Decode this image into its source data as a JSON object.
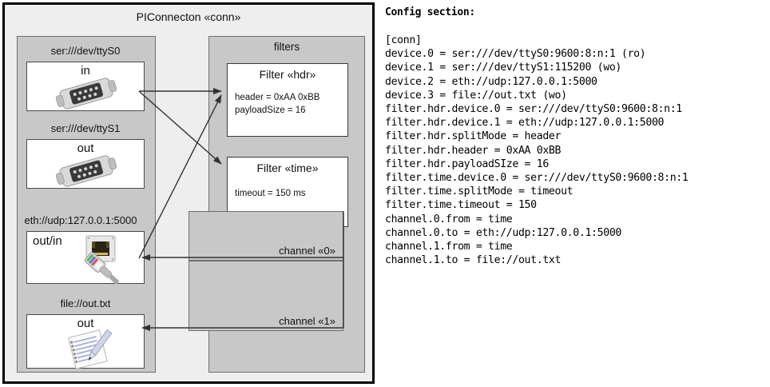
{
  "diagram": {
    "title": "PIConnecton «conn»",
    "devices_panel": {
      "devices": [
        {
          "label": "ser:///dev/ttyS0",
          "name": "in",
          "icon": "serial-port-icon"
        },
        {
          "label": "ser:///dev/ttyS1",
          "name": "out",
          "icon": "serial-port-icon"
        },
        {
          "label": "eth://udp:127.0.0.1:5000",
          "name": "out/in",
          "icon": "ethernet-plug-icon"
        },
        {
          "label": "file://out.txt",
          "name": "out",
          "icon": "document-pen-icon"
        }
      ]
    },
    "filters_panel": {
      "title": "filters",
      "filters": [
        {
          "title": "Filter «hdr»",
          "attrs": [
            "header = 0xAA 0xBB",
            "payloadSize = 16"
          ]
        },
        {
          "title": "Filter «time»",
          "attrs": [
            "timeout = 150 ms"
          ]
        }
      ]
    },
    "channels": [
      {
        "label": "channel «0»"
      },
      {
        "label": "channel «1»"
      }
    ]
  },
  "config": {
    "heading": "Config section:",
    "lines": "[conn]\ndevice.0 = ser:///dev/ttyS0:9600:8:n:1 (ro)\ndevice.1 = ser:///dev/ttyS1:115200 (wo)\ndevice.2 = eth://udp:127.0.0.1:5000\ndevice.3 = file://out.txt (wo)\nfilter.hdr.device.0 = ser:///dev/ttyS0:9600:8:n:1\nfilter.hdr.device.1 = eth://udp:127.0.0.1:5000\nfilter.hdr.splitMode = header\nfilter.hdr.header = 0xAA 0xBB\nfilter.hdr.payloadSIze = 16\nfilter.time.device.0 = ser:///dev/ttyS0:9600:8:n:1\nfilter.time.splitMode = timeout\nfilter.time.timeout = 150\nchannel.0.from = time\nchannel.0.to = eth://udp:127.0.0.1:5000\nchannel.1.from = time\nchannel.1.to = file://out.txt"
  },
  "colors": {
    "frame_border": "#000000",
    "panel_fill": "#c8c8c8",
    "diagram_fill": "#eeeeee",
    "card_fill": "#ffffff",
    "line": "#333333"
  }
}
